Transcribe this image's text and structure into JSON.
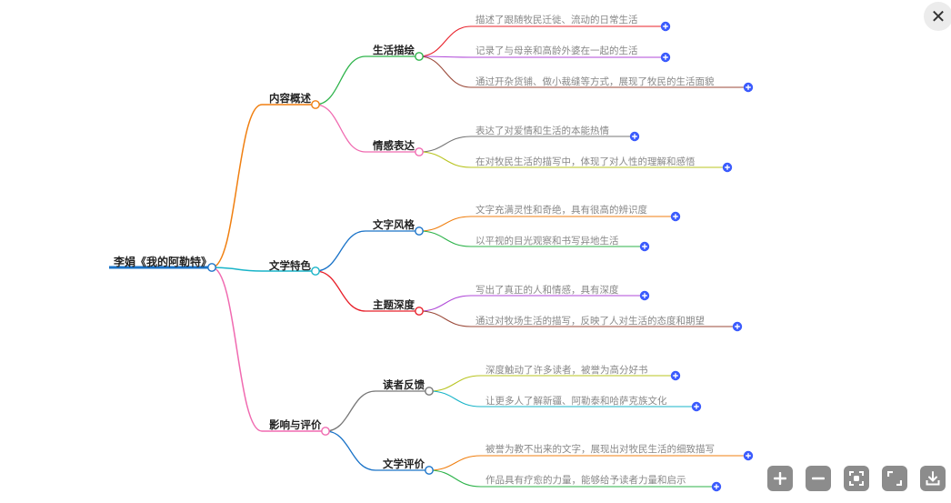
{
  "colors": {
    "node_fill": "#ffffff",
    "expand_button": "#3b5bfd",
    "text_dark": "#222222",
    "text_leaf": "#888888",
    "toolbar_bg": "#8c8c8c",
    "close_bg": "#ececec"
  },
  "mindmap": {
    "root": {
      "label": "李娟《我的阿勒特》",
      "color": "#1a73c8"
    },
    "branches": [
      {
        "label": "内容概述",
        "color": "#f07f10",
        "children": [
          {
            "label": "生活描绘",
            "color": "#2db34a",
            "leaves": [
              {
                "label": "描述了跟随牧民迁徙、流动的日常生活",
                "color": "#e8202a"
              },
              {
                "label": "记录了与母亲和高龄外婆在一起的生活",
                "color": "#b04ad8"
              },
              {
                "label": "通过开杂货铺、做小裁缝等方式，展现了牧民的生活面貌",
                "color": "#9b4a3a"
              }
            ]
          },
          {
            "label": "情感表达",
            "color": "#f06ab0",
            "leaves": [
              {
                "label": "表达了对爱情和生活的本能热情",
                "color": "#777777"
              },
              {
                "label": "在对牧民生活的描写中，体现了对人性的理解和感悟",
                "color": "#b8c420"
              }
            ]
          }
        ]
      },
      {
        "label": "文学特色",
        "color": "#18b4c8",
        "children": [
          {
            "label": "文字风格",
            "color": "#1a73c8",
            "leaves": [
              {
                "label": "文字充满灵性和奇绝，具有很高的辨识度",
                "color": "#f07f10"
              },
              {
                "label": "以平视的目光观察和书写异地生活",
                "color": "#2db34a"
              }
            ]
          },
          {
            "label": "主题深度",
            "color": "#e8202a",
            "leaves": [
              {
                "label": "写出了真正的人和情感，具有深度",
                "color": "#b04ad8"
              },
              {
                "label": "通过对牧场生活的描写，反映了人对生活的态度和期望",
                "color": "#9b4a3a"
              }
            ]
          }
        ]
      },
      {
        "label": "影响与评价",
        "color": "#f06ab0",
        "children": [
          {
            "label": "读者反馈",
            "color": "#777777",
            "leaves": [
              {
                "label": "深度触动了许多读者，被誉为高分好书",
                "color": "#b8c420"
              },
              {
                "label": "让更多人了解新疆、阿勒泰和哈萨克族文化",
                "color": "#18b4c8"
              }
            ]
          },
          {
            "label": "文学评价",
            "color": "#1a73c8",
            "leaves": [
              {
                "label": "被誉为教不出来的文字，展现出对牧民生活的细致描写",
                "color": "#f07f10"
              },
              {
                "label": "作品具有疗愈的力量，能够给予读者力量和启示",
                "color": "#2db34a"
              }
            ]
          }
        ]
      }
    ]
  },
  "controls": {
    "close_icon": "close-icon",
    "toolbar": [
      {
        "name": "zoom-in-button",
        "icon": "plus-icon"
      },
      {
        "name": "zoom-out-button",
        "icon": "minus-icon"
      },
      {
        "name": "fit-view-button",
        "icon": "focus-icon"
      },
      {
        "name": "fullscreen-button",
        "icon": "fullscreen-icon"
      },
      {
        "name": "download-button",
        "icon": "download-icon"
      }
    ]
  }
}
